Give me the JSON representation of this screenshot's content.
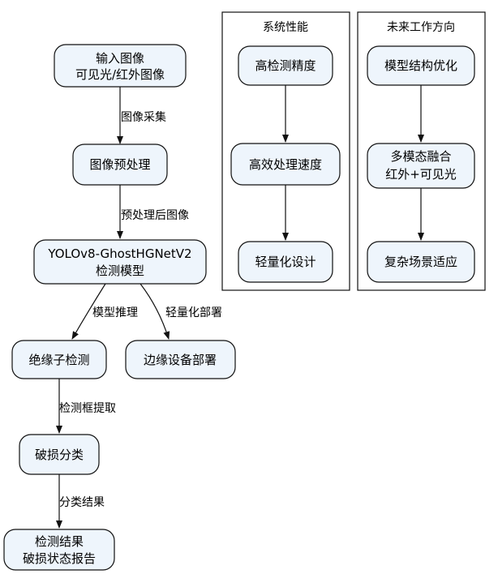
{
  "clusters": {
    "performance": {
      "title": "系统性能"
    },
    "future": {
      "title": "未来工作方向"
    }
  },
  "nodes": {
    "input": {
      "line1": "输入图像",
      "line2": "可见光/红外图像"
    },
    "preprocess": {
      "line1": "图像预处理"
    },
    "model": {
      "line1": "YOLOv8-GhostHGNetV2",
      "line2": "检测模型"
    },
    "insulator": {
      "line1": "绝缘子检测"
    },
    "edge_deploy": {
      "line1": "边缘设备部署"
    },
    "damage": {
      "line1": "破损分类"
    },
    "result": {
      "line1": "检测结果",
      "line2": "破损状态报告"
    },
    "accuracy": {
      "line1": "高检测精度"
    },
    "speed": {
      "line1": "高效处理速度"
    },
    "lightweight": {
      "line1": "轻量化设计"
    },
    "optimize": {
      "line1": "模型结构优化"
    },
    "fusion": {
      "line1": "多模态融合",
      "line2": "红外+可见光"
    },
    "scene": {
      "line1": "复杂场景适应"
    }
  },
  "edges": {
    "capture": "图像采集",
    "preprocessed": "预处理后图像",
    "inference": "模型推理",
    "deploy": "轻量化部署",
    "bbox": "检测框提取",
    "classify": "分类结果"
  },
  "colors": {
    "node_fill": "#eef5fc",
    "stroke": "#111111"
  }
}
